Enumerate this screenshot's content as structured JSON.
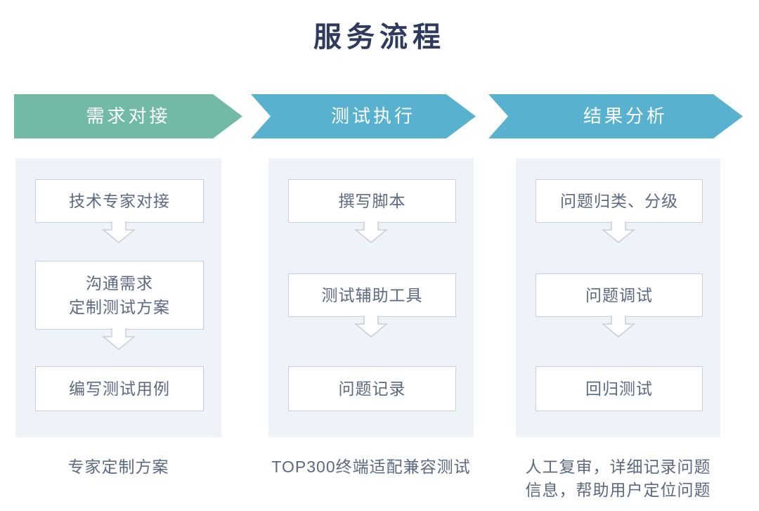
{
  "title": "服务流程",
  "colors": {
    "stage1_green": "#72baa6",
    "stage23_blue": "#58b2cf",
    "panel_bg": "#edf3f8",
    "title_text": "#2e3b5e",
    "body_text": "#5c6983",
    "box_border": "#c9ced7"
  },
  "stages": [
    {
      "label": "需求对接",
      "steps": [
        "技术专家对接",
        "沟通需求\n定制测试方案",
        "编写测试用例"
      ],
      "caption": "专家定制方案"
    },
    {
      "label": "测试执行",
      "steps": [
        "撰写脚本",
        "测试辅助工具",
        "问题记录"
      ],
      "caption": "TOP300终端适配兼容测试"
    },
    {
      "label": "结果分析",
      "steps": [
        "问题归类、分级",
        "问题调试",
        "回归测试"
      ],
      "caption": "人工复审，详细记录问题信息，帮助用户定位问题"
    }
  ]
}
